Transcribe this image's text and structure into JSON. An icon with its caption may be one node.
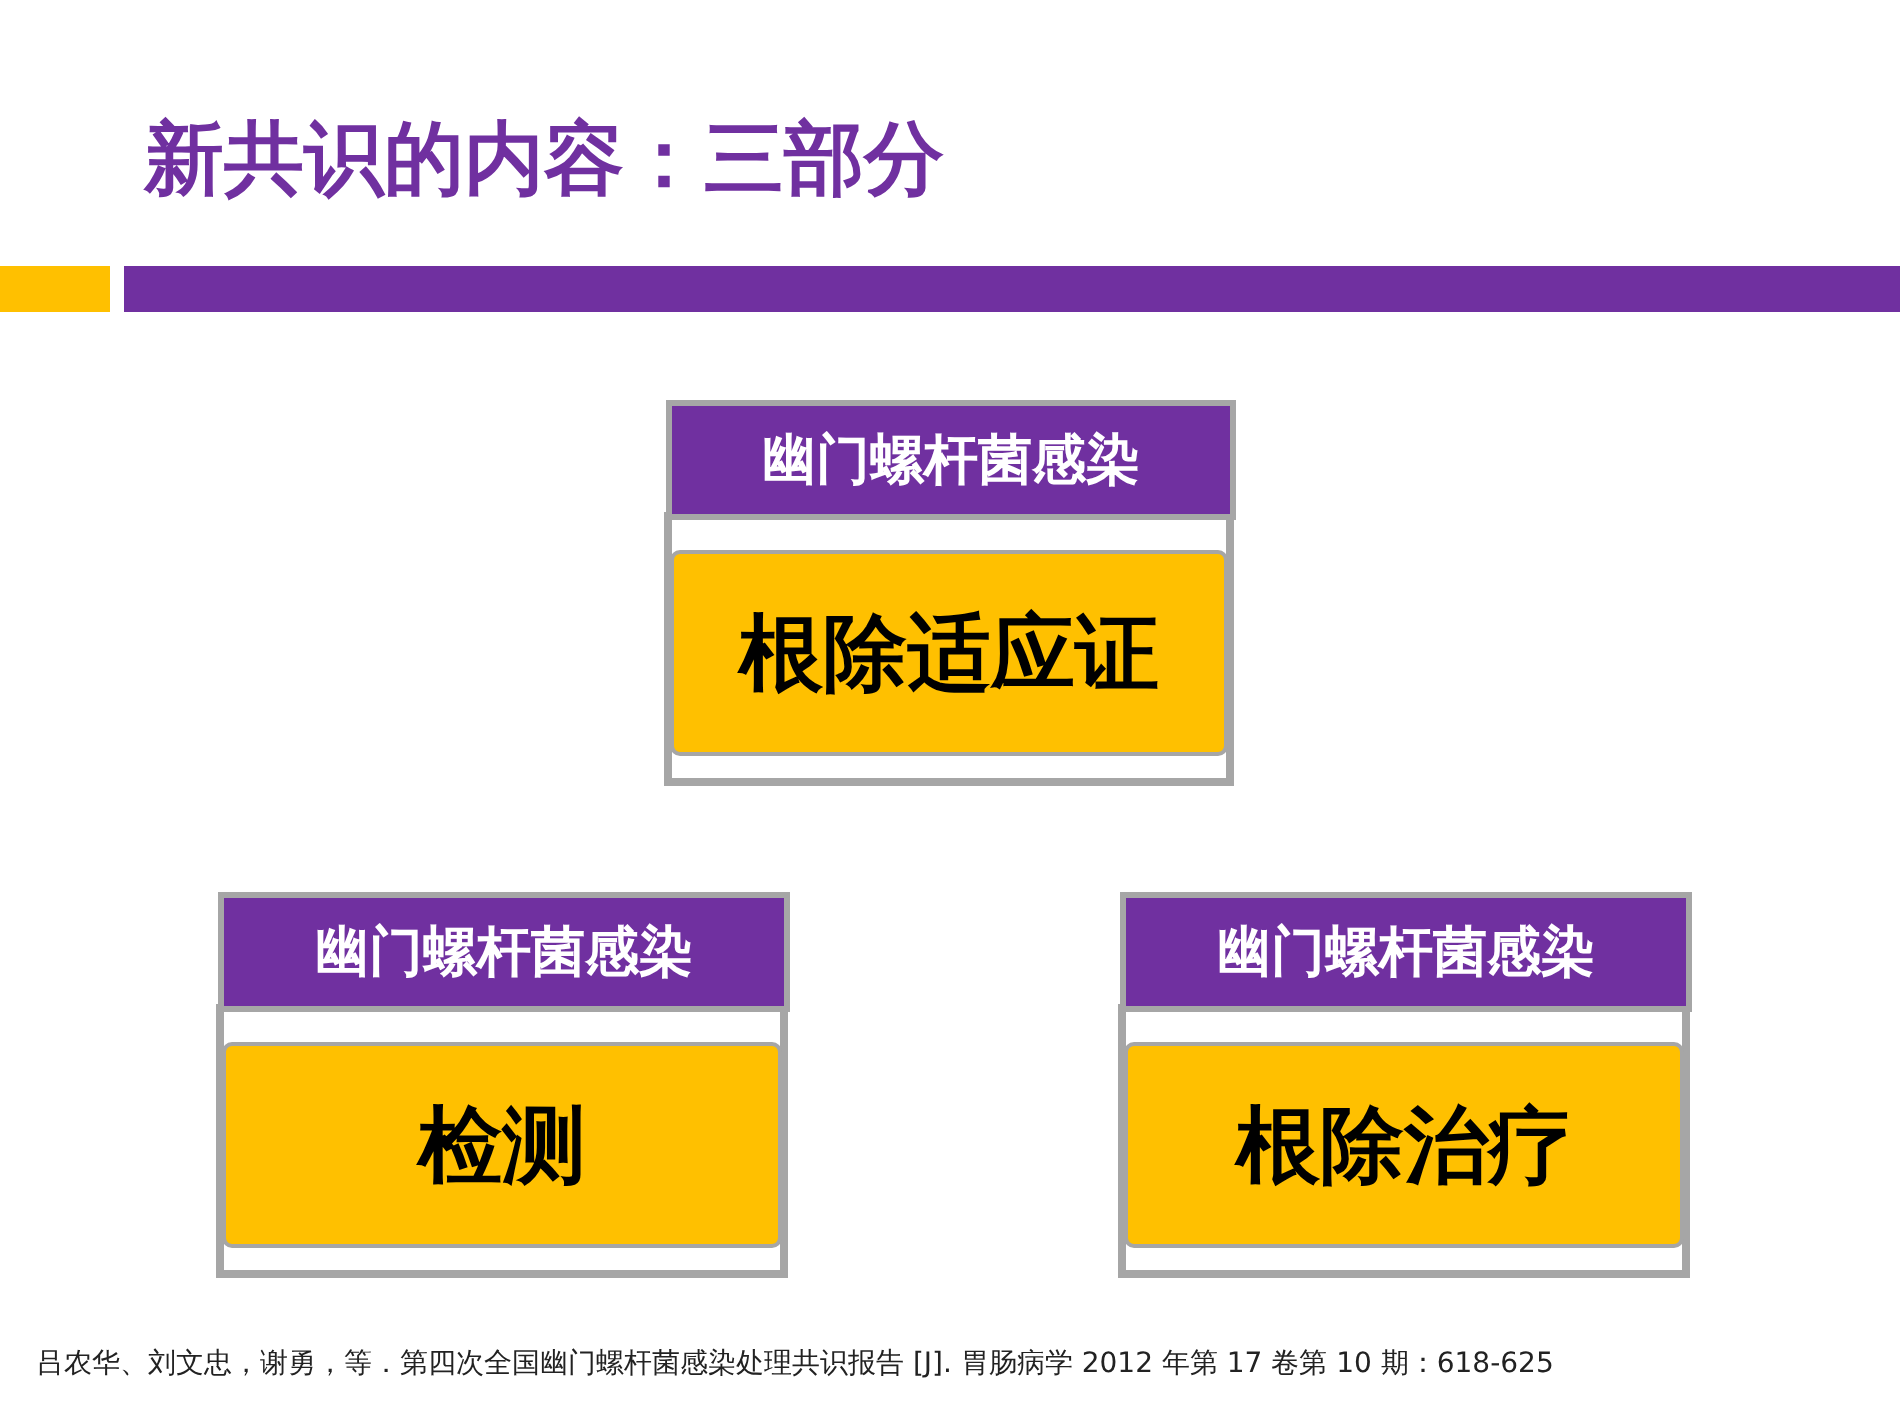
{
  "diagram": {
    "title": "新共识的内容：三部分",
    "nodes": [
      {
        "text": [
          "幽门螺杆菌感染"
        ]
      },
      {
        "text": [
          "根除适应证"
        ]
      },
      {
        "text": [
          "幽门螺杆菌感染"
        ]
      },
      {
        "text": [
          "检测"
        ]
      },
      {
        "text": [
          "幽门螺杆菌感染"
        ]
      },
      {
        "text": [
          "根除治疗"
        ]
      }
    ],
    "edges": [],
    "labels": [
      "吕农华、刘文忠，谢勇，等．第四次全国幽门螺杆菌感染处理共识报告 [J]. 胃肠病学 2012 年第 17 卷第 10 期：618-625"
    ]
  }
}
